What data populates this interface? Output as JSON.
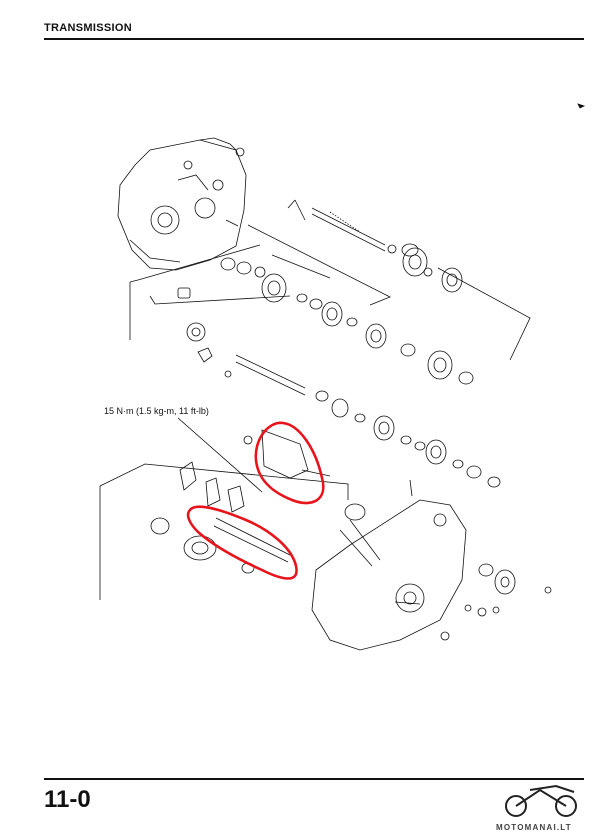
{
  "header": {
    "title": "TRANSMISSION"
  },
  "diagram": {
    "torque_spec": "15 N·m (1.5 kg-m, 11 ft-lb)",
    "highlight_color": "#e8141c",
    "line_color": "#111111"
  },
  "footer": {
    "page_number": "11-0",
    "watermark": "MOTOMANAI.LT"
  }
}
